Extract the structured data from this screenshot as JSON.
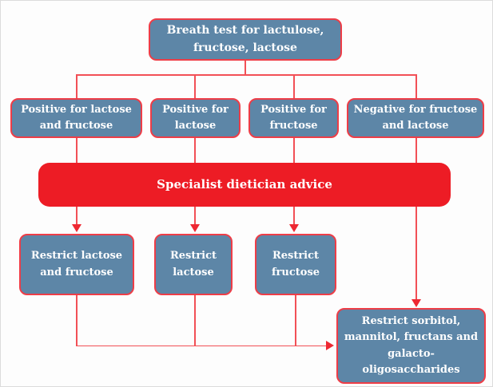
{
  "diagram": {
    "type": "flowchart",
    "nodes": {
      "root": {
        "label": "Breath test for lactulose, fructose, lactose"
      },
      "pos_lf": {
        "label": "Positive for lactose and fructose"
      },
      "pos_l": {
        "label": "Positive for lactose"
      },
      "pos_f": {
        "label": "Positive for fructose"
      },
      "neg_fl": {
        "label": "Negative for fructose and lactose"
      },
      "dietician": {
        "label": "Specialist dietician advice"
      },
      "res_lf": {
        "label": "Restrict lactose and fructose"
      },
      "res_l": {
        "label": "Restrict lactose"
      },
      "res_f": {
        "label": "Restrict fructose"
      },
      "res_sorb": {
        "label": "Restrict sorbitol, mannitol, fructans and galacto-oligosaccharides"
      }
    },
    "edges": [
      {
        "from": "root",
        "to": "pos_lf"
      },
      {
        "from": "root",
        "to": "pos_l"
      },
      {
        "from": "root",
        "to": "pos_f"
      },
      {
        "from": "root",
        "to": "neg_fl"
      },
      {
        "from": "pos_lf",
        "to": "dietician"
      },
      {
        "from": "pos_l",
        "to": "dietician"
      },
      {
        "from": "pos_f",
        "to": "dietician"
      },
      {
        "from": "neg_fl",
        "to": "dietician"
      },
      {
        "from": "dietician",
        "to": "res_lf",
        "arrow": true
      },
      {
        "from": "dietician",
        "to": "res_l",
        "arrow": true
      },
      {
        "from": "dietician",
        "to": "res_f",
        "arrow": true
      },
      {
        "from": "neg_fl",
        "to": "res_sorb",
        "arrow": true
      },
      {
        "from": "res_lf",
        "to": "res_sorb",
        "arrow": true
      },
      {
        "from": "res_l",
        "to": "res_sorb",
        "arrow": true
      },
      {
        "from": "res_f",
        "to": "res_sorb",
        "arrow": true
      }
    ],
    "colors": {
      "node_fill": "#5d86a7",
      "node_border": "#ee3d47",
      "action_fill": "#ed1c25",
      "connector": "#f25056",
      "text": "#ffffff",
      "background": "#fdfdfd"
    }
  }
}
